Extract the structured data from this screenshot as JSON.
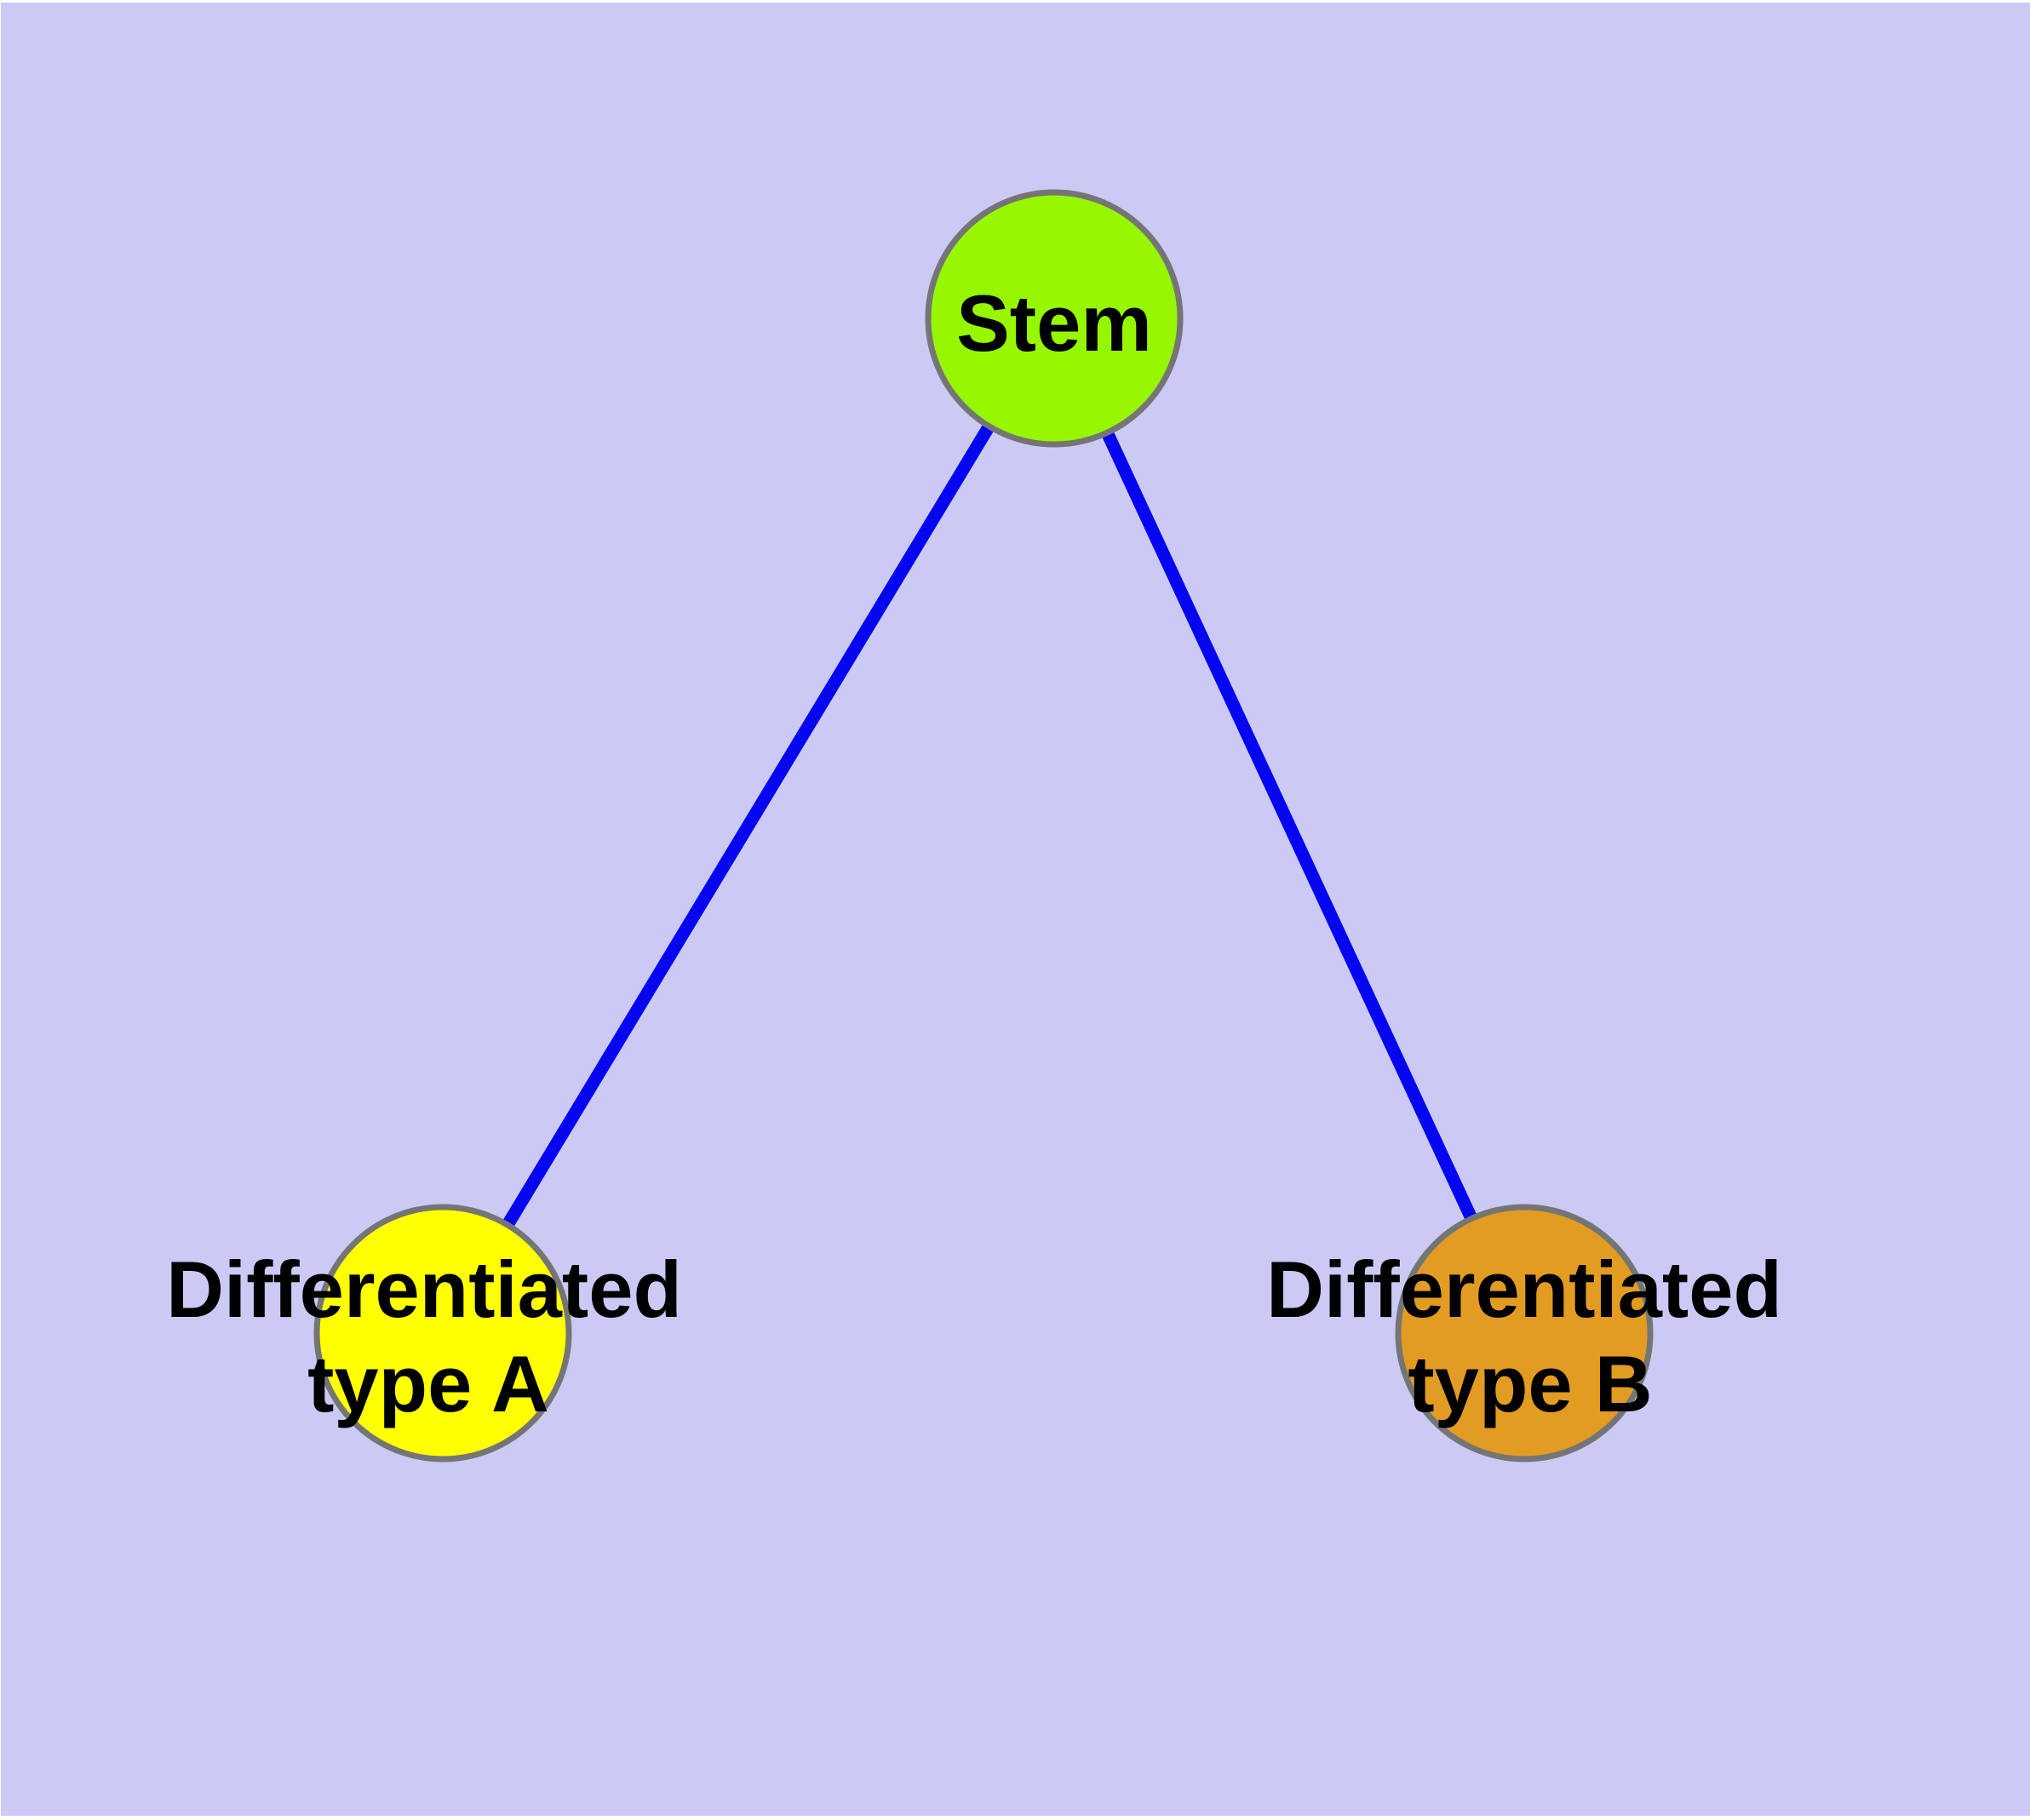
{
  "diagram": {
    "background_color": "#cacaf5",
    "page_margin_color": "#ffffff",
    "edge_color": "#0505f0",
    "node_border_color": "#757575",
    "label_color": "#000000",
    "nodes": {
      "stem": {
        "label": "Stem",
        "fill": "#97f700"
      },
      "type_a": {
        "label_line1": "Differentiated",
        "label_line2": "type A",
        "fill": "#ffff00"
      },
      "type_b": {
        "label_line1": "Differentiated",
        "label_line2": "type B",
        "fill": "#e29c22"
      }
    },
    "edges": [
      {
        "from": "Stem",
        "to": "Differentiated type A"
      },
      {
        "from": "Stem",
        "to": "Differentiated type B"
      }
    ]
  }
}
